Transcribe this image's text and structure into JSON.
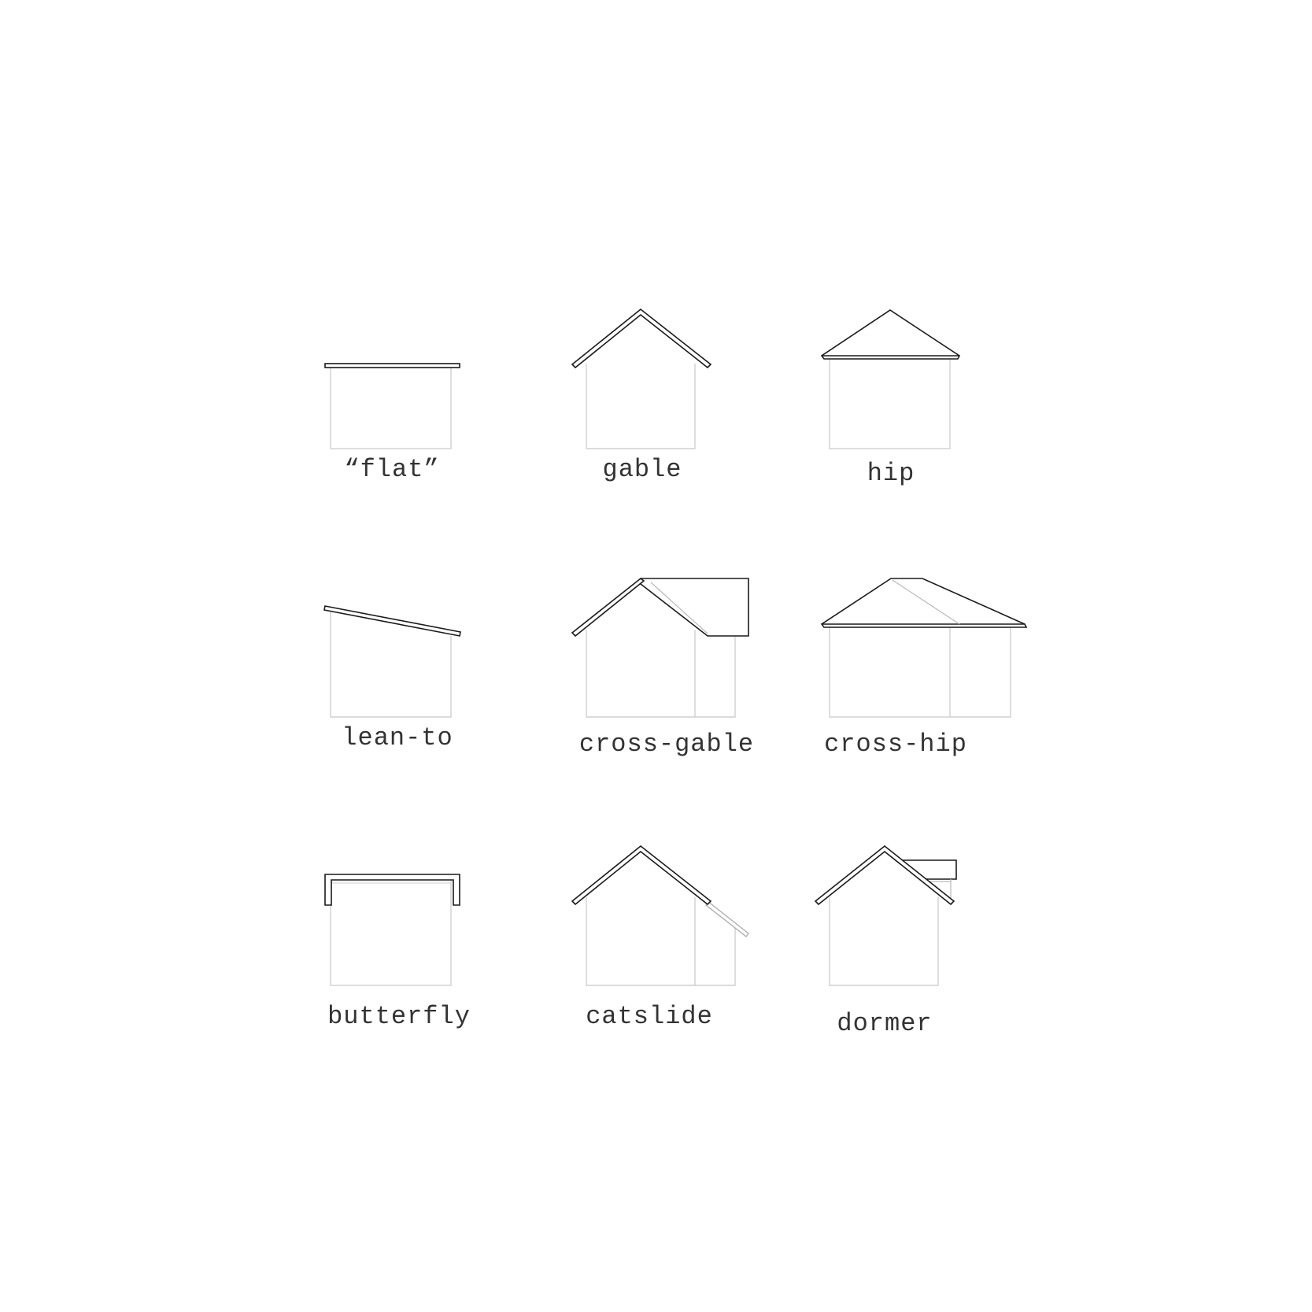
{
  "roof_types": [
    {
      "id": "flat",
      "label": "“flat”"
    },
    {
      "id": "gable",
      "label": "gable"
    },
    {
      "id": "hip",
      "label": "hip"
    },
    {
      "id": "lean-to",
      "label": "lean-to"
    },
    {
      "id": "cross-gable",
      "label": "cross-gable"
    },
    {
      "id": "cross-hip",
      "label": "cross-hip"
    },
    {
      "id": "butterfly",
      "label": "butterfly"
    },
    {
      "id": "catslide",
      "label": "catslide"
    },
    {
      "id": "dormer",
      "label": "dormer"
    }
  ],
  "colors": {
    "background": "#ffffff",
    "roof_outline": "#1a1a1a",
    "wall_outline": "#cfcfcf",
    "label_text": "#333333"
  }
}
